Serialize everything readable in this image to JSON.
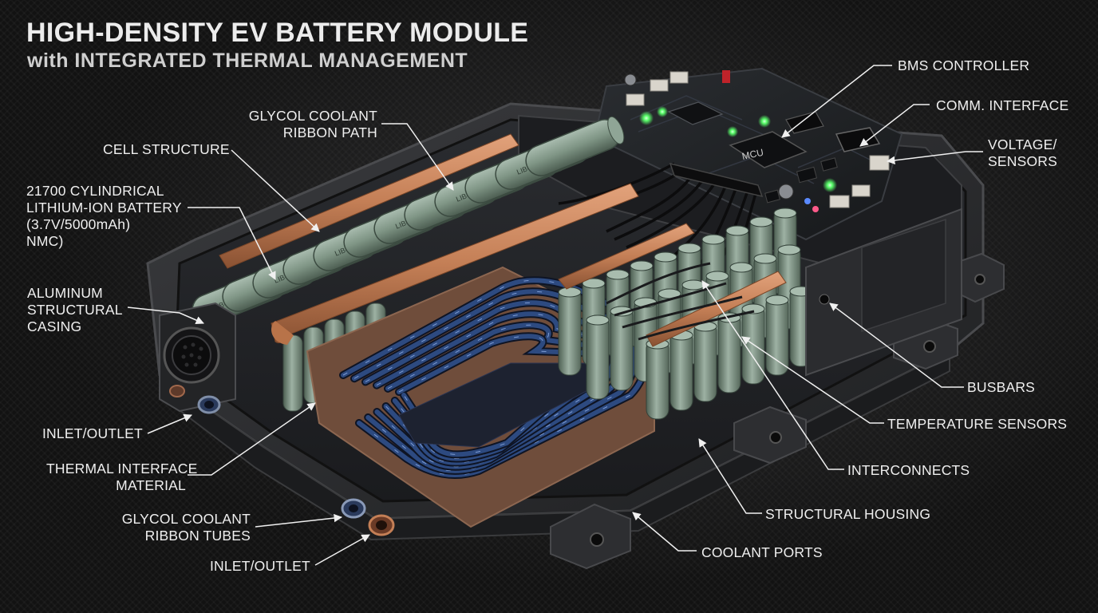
{
  "title": "HIGH-DENSITY EV BATTERY MODULE",
  "subtitle": "with INTEGRATED THERMAL MANAGEMENT",
  "pcb_chip_label": "MCU",
  "cell_print": "LIB-CYL CELL",
  "callouts": {
    "cell_structure": "CELL STRUCTURE",
    "cylindrical_battery": "21700 CYLINDRICAL\nLITHIUM-ION BATTERY\n(3.7V/5000mAh)\nNMC)",
    "aluminum_casing": "ALUMINUM\nSTRUCTURAL\nCASING",
    "inlet_outlet_left": "INLET/OUTLET",
    "thermal_interface": "THERMAL INTERFACE\nMATERIAL",
    "coolant_ribbon_tubes": "GLYCOL COOLANT\nRIBBON TUBES",
    "inlet_outlet_bottom": "INLET/OUTLET",
    "coolant_ribbon_path": "GLYCOL COOLANT\nRIBBON PATH",
    "bms_controller": "BMS CONTROLLER",
    "comm_interface": "COMM. INTERFACE",
    "voltage_sensors": "VOLTAGE/\nSENSORS",
    "busbars": "BUSBARS",
    "temperature_sensors": "TEMPERATURE SENSORS",
    "interconnects": "INTERCONNECTS",
    "structural_housing": "STRUCTURAL HOUSING",
    "coolant_ports": "COOLANT PORTS"
  },
  "colors": {
    "background": "#141414",
    "housing": "#2b2c2e",
    "cell_green": "#7f9585",
    "copper_busbar": "#c47f56",
    "coolant_tube": "#253a66",
    "pcb": "#1d1f22",
    "led_green": "#59ff6a",
    "text": "#efefef"
  }
}
